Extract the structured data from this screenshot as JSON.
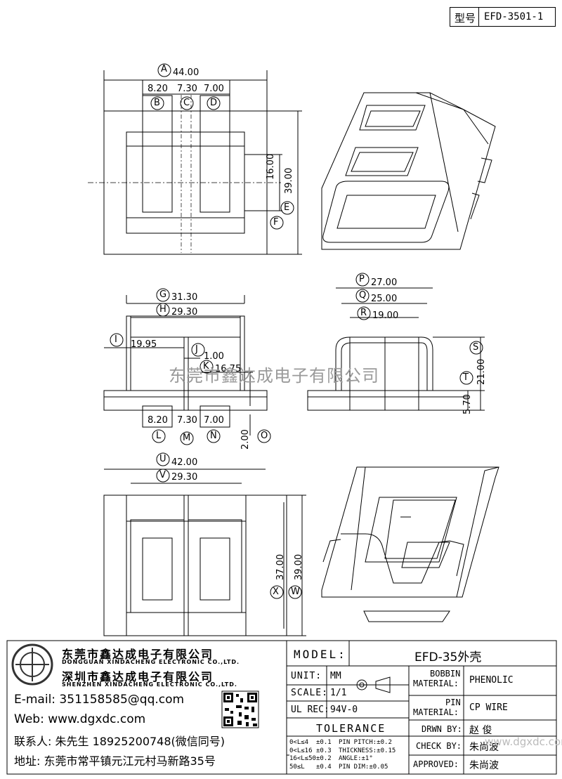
{
  "header": {
    "label": "型号",
    "part_no": "EFD-3501-1"
  },
  "dimensions": {
    "A": "44.00",
    "B": "8.20",
    "C": "7.30",
    "D": "7.00",
    "E": "16.00",
    "F": "39.00",
    "G": "31.30",
    "H": "29.30",
    "I": "19.95",
    "J": "1.00",
    "K": "16.75",
    "L": "8.20",
    "M": "7.30",
    "N": "7.00",
    "O": "2.00",
    "P": "27.00",
    "Q": "25.00",
    "R": "19.00",
    "S": "21.00",
    "T": "5.70",
    "U": "42.00",
    "V": "29.30",
    "W": "39.00",
    "X": "37.00"
  },
  "watermark": "东莞市鑫达成电子有限公司",
  "company": {
    "name_cn_1": "东莞市鑫达成电子有限公司",
    "name_en_1": "DONGGUAN XINDACHENG ELECTRONIC CO.,LTD.",
    "name_cn_2": "深圳市鑫达成电子有限公司",
    "name_en_2": "SHENZHEN XINDACHENG ELECTRONIC CO.,LTD.",
    "email": "E-mail: 351158585@qq.com",
    "web": "Web: www.dgxdc.com",
    "contact": "联系人: 朱先生 18925200748(微信同号)",
    "address": "地址: 东莞市常平镇元江元村马新路35号"
  },
  "titleblock": {
    "model_label": "MODEL:",
    "model_value": "EFD-35外壳",
    "unit_label": "UNIT:",
    "unit_value": "MM",
    "scale_label": "SCALE:",
    "scale_value": "1/1",
    "ulrec_label": "UL REC:",
    "ulrec_value": "94V-0",
    "tolerance_label": "TOLERANCE",
    "bobbin_label_1": "BOBBIN",
    "bobbin_label_2": "MATERIAL:",
    "bobbin_value": "PHENOLIC",
    "pin_label_1": "PIN",
    "pin_label_2": "MATERIAL:",
    "pin_value": "CP WIRE",
    "drwn_label": "DRWN BY:",
    "drwn_value": "赵 俊",
    "check_label": "CHECK BY:",
    "check_value": "朱尚波",
    "approved_label": "APPROVED:",
    "approved_value": "朱尚波",
    "tol_rows": [
      [
        "0<L≤4",
        "±0.1",
        "PIN PITCH:±0.2"
      ],
      [
        "0<L≤16",
        "±0.3",
        "THICKNESS:±0.15"
      ],
      [
        "16<L≤50",
        "±0.2",
        "ANGLE:±1°"
      ],
      [
        "50≤L",
        "±0.4",
        "PIN DIM:±0.05"
      ]
    ],
    "watermark_small": "www.dgxdc.com"
  }
}
